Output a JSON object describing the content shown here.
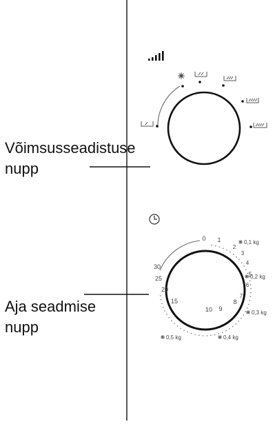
{
  "labels": {
    "power_line1": "Võimsusseadistuse",
    "power_line2": "nupp",
    "timer_line1": "Aja seadmise",
    "timer_line2": "nupp"
  },
  "icons": {
    "power_bars": "signal-bars-icon",
    "defrost": "snowflake-icon",
    "clock": "clock-icon"
  },
  "timer_ticks": [
    "0",
    "1",
    "2",
    "3",
    "4",
    "5",
    "6",
    "7",
    "8",
    "9",
    "10",
    "15",
    "20",
    "25",
    "30"
  ],
  "defrost_weights": [
    "0,1 kg",
    "0,2 kg",
    "0,3 kg",
    "0,4 kg",
    "0,5 kg"
  ],
  "colors": {
    "stroke": "#111111",
    "text": "#111111",
    "muted": "#555555"
  }
}
